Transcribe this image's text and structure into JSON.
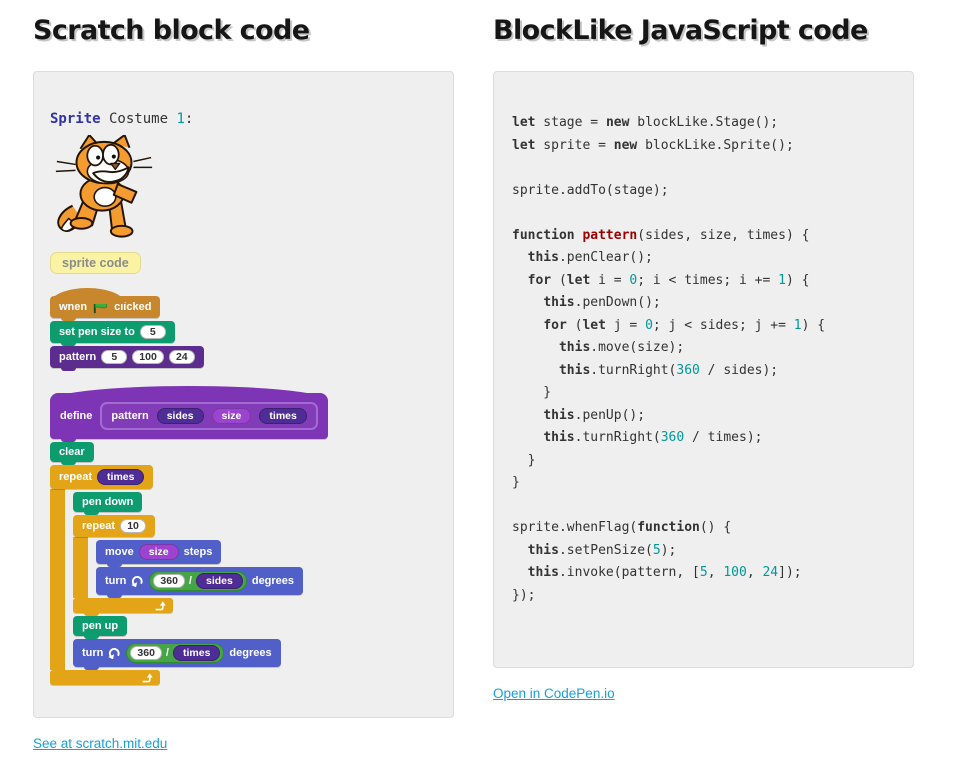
{
  "page": {
    "left_heading": "Scratch block code",
    "right_heading": "BlockLike JavaScript code",
    "left_link": "See at scratch.mit.edu",
    "right_link": "Open in CodePen.io"
  },
  "colors": {
    "link": "#189fd9",
    "panel_bg": "#efefef",
    "events_block": "#c8862d",
    "pen_block": "#0d9c6d",
    "custom_block": "#5d2c8f",
    "define_block": "#7d35b5",
    "control_block": "#e3a517",
    "motion_block": "#5060c8",
    "operator_pill": "#46a546",
    "param_dark": "#4f2d96",
    "param_bright": "#9c44cf",
    "code_number": "#009999",
    "code_function_name": "#990000"
  },
  "sprite": {
    "caption": {
      "type": "Sprite",
      "mid": " Costume ",
      "num": "1",
      "end": ":"
    },
    "button_label": "sprite code",
    "cat_icon": "scratch-cat"
  },
  "blocks": {
    "when_flag": {
      "pre": "when",
      "post": "clicked"
    },
    "set_pen_size": {
      "label": "set pen size to",
      "value": "5"
    },
    "pattern_call": {
      "name": "pattern",
      "a1": "5",
      "a2": "100",
      "a3": "24"
    },
    "define": {
      "kw": "define",
      "name": "pattern",
      "p1": "sides",
      "p2": "size",
      "p3": "times"
    },
    "clear": {
      "label": "clear"
    },
    "repeat_outer": {
      "kw": "repeat",
      "arg": "times"
    },
    "pen_down": {
      "label": "pen down"
    },
    "repeat_inner": {
      "kw": "repeat",
      "arg": "10"
    },
    "move": {
      "kw": "move",
      "arg": "size",
      "unit": "steps"
    },
    "turn_sides": {
      "kw": "turn",
      "num": "360",
      "op": "/",
      "arg": "sides",
      "unit": "degrees"
    },
    "pen_up": {
      "label": "pen up"
    },
    "turn_times": {
      "kw": "turn",
      "num": "360",
      "op": "/",
      "arg": "times",
      "unit": "degrees"
    }
  },
  "code": {
    "lines": [
      [
        {
          "t": "let",
          "c": "kw"
        },
        {
          "t": " stage = "
        },
        {
          "t": "new",
          "c": "kw"
        },
        {
          "t": " blockLike.Stage();"
        }
      ],
      [
        {
          "t": "let",
          "c": "kw"
        },
        {
          "t": " sprite = "
        },
        {
          "t": "new",
          "c": "kw"
        },
        {
          "t": " blockLike.Sprite();"
        }
      ],
      [],
      [
        {
          "t": "sprite.addTo(stage);"
        }
      ],
      [],
      [
        {
          "t": "function",
          "c": "kw"
        },
        {
          "t": " "
        },
        {
          "t": "pattern",
          "c": "title"
        },
        {
          "t": "(sides, size, times) {"
        }
      ],
      [
        {
          "t": "  "
        },
        {
          "t": "this",
          "c": "kw"
        },
        {
          "t": ".penClear();"
        }
      ],
      [
        {
          "t": "  "
        },
        {
          "t": "for",
          "c": "kw"
        },
        {
          "t": " ("
        },
        {
          "t": "let",
          "c": "kw"
        },
        {
          "t": " i = "
        },
        {
          "t": "0",
          "c": "num"
        },
        {
          "t": "; i < times; i += "
        },
        {
          "t": "1",
          "c": "num"
        },
        {
          "t": ") {"
        }
      ],
      [
        {
          "t": "    "
        },
        {
          "t": "this",
          "c": "kw"
        },
        {
          "t": ".penDown();"
        }
      ],
      [
        {
          "t": "    "
        },
        {
          "t": "for",
          "c": "kw"
        },
        {
          "t": " ("
        },
        {
          "t": "let",
          "c": "kw"
        },
        {
          "t": " j = "
        },
        {
          "t": "0",
          "c": "num"
        },
        {
          "t": "; j < sides; j += "
        },
        {
          "t": "1",
          "c": "num"
        },
        {
          "t": ") {"
        }
      ],
      [
        {
          "t": "      "
        },
        {
          "t": "this",
          "c": "kw"
        },
        {
          "t": ".move(size);"
        }
      ],
      [
        {
          "t": "      "
        },
        {
          "t": "this",
          "c": "kw"
        },
        {
          "t": ".turnRight("
        },
        {
          "t": "360",
          "c": "num"
        },
        {
          "t": " / sides);"
        }
      ],
      [
        {
          "t": "    }"
        }
      ],
      [
        {
          "t": "    "
        },
        {
          "t": "this",
          "c": "kw"
        },
        {
          "t": ".penUp();"
        }
      ],
      [
        {
          "t": "    "
        },
        {
          "t": "this",
          "c": "kw"
        },
        {
          "t": ".turnRight("
        },
        {
          "t": "360",
          "c": "num"
        },
        {
          "t": " / times);"
        }
      ],
      [
        {
          "t": "  }"
        }
      ],
      [
        {
          "t": "}"
        }
      ],
      [],
      [
        {
          "t": "sprite.whenFlag("
        },
        {
          "t": "function",
          "c": "kw"
        },
        {
          "t": "() {"
        }
      ],
      [
        {
          "t": "  "
        },
        {
          "t": "this",
          "c": "kw"
        },
        {
          "t": ".setPenSize("
        },
        {
          "t": "5",
          "c": "num"
        },
        {
          "t": ");"
        }
      ],
      [
        {
          "t": "  "
        },
        {
          "t": "this",
          "c": "kw"
        },
        {
          "t": ".invoke(pattern, ["
        },
        {
          "t": "5",
          "c": "num"
        },
        {
          "t": ", "
        },
        {
          "t": "100",
          "c": "num"
        },
        {
          "t": ", "
        },
        {
          "t": "24",
          "c": "num"
        },
        {
          "t": "]);"
        }
      ],
      [
        {
          "t": "});"
        }
      ]
    ]
  }
}
